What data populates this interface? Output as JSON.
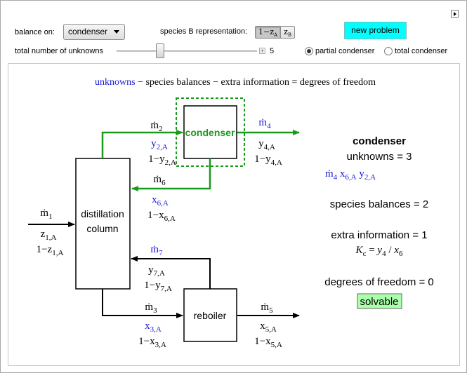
{
  "controls": {
    "balance_on_label": "balance on:",
    "balance_on_value": "condenser",
    "speciesB_label": "species B representation:",
    "speciesB_options": [
      {
        "main": "1−z",
        "sub": "A",
        "active": true
      },
      {
        "main": "z",
        "sub": "B",
        "active": false
      }
    ],
    "new_problem_label": "new problem",
    "unknowns_label": "total number of unknowns",
    "unknowns_value": "5",
    "unknowns_slider_fraction": 0.3,
    "condenser_options": [
      {
        "label": "partial condenser",
        "selected": true
      },
      {
        "label": "total condenser",
        "selected": false
      }
    ]
  },
  "equation": {
    "unknowns": "unknowns",
    "rest": " − species balances − extra information = degrees of freedom"
  },
  "diagram": {
    "units": {
      "column": [
        "distillation",
        "column"
      ],
      "condenser": "condenser",
      "reboiler": "reboiler"
    },
    "streams": {
      "m1": {
        "m": "ṁ",
        "n": "1",
        "l1": "z",
        "l1s": "1,A",
        "l2": "1−z",
        "l2s": "1,A"
      },
      "m2": {
        "m": "ṁ",
        "n": "2",
        "l1": "y",
        "l1s": "2,A",
        "l2": "1−y",
        "l2s": "2,A"
      },
      "m3": {
        "m": "ṁ",
        "n": "3",
        "l1": "x",
        "l1s": "3,A",
        "l2": "1−x",
        "l2s": "3,A"
      },
      "m4": {
        "m": "ṁ",
        "n": "4",
        "l1": "y",
        "l1s": "4,A",
        "l2": "1−y",
        "l2s": "4,A"
      },
      "m5": {
        "m": "ṁ",
        "n": "5",
        "l1": "x",
        "l1s": "5,A",
        "l2": "1−x",
        "l2s": "5,A"
      },
      "m6": {
        "m": "ṁ",
        "n": "6",
        "l1": "x",
        "l1s": "6,A",
        "l2": "1−x",
        "l2s": "6,A"
      },
      "m7": {
        "m": "ṁ",
        "n": "7",
        "l1": "y",
        "l1s": "7,A",
        "l2": "1−y",
        "l2s": "7,A"
      }
    }
  },
  "summary": {
    "title": "condenser",
    "unknowns_line": "unknowns = 3",
    "unknown_vars": [
      {
        "v": "ṁ",
        "s": "4"
      },
      {
        "v": "x",
        "s": "6,A"
      },
      {
        "v": "y",
        "s": "2,A"
      }
    ],
    "species_balances": "species balances = 2",
    "extra_information": "extra information = 1",
    "relation": {
      "K": "K",
      "Ks": "c",
      "eq": " = ",
      "y": "y",
      "ys": "4",
      "div": " / ",
      "x": "x",
      "xs": "6"
    },
    "dof": "degrees of freedom = 0",
    "status": "solvable"
  },
  "colors": {
    "accent_blue": "#1a1ad9",
    "highlight_green": "#1a9a1a",
    "solvable_bg": "#aaffaa",
    "button_cyan": "#00ffff"
  }
}
